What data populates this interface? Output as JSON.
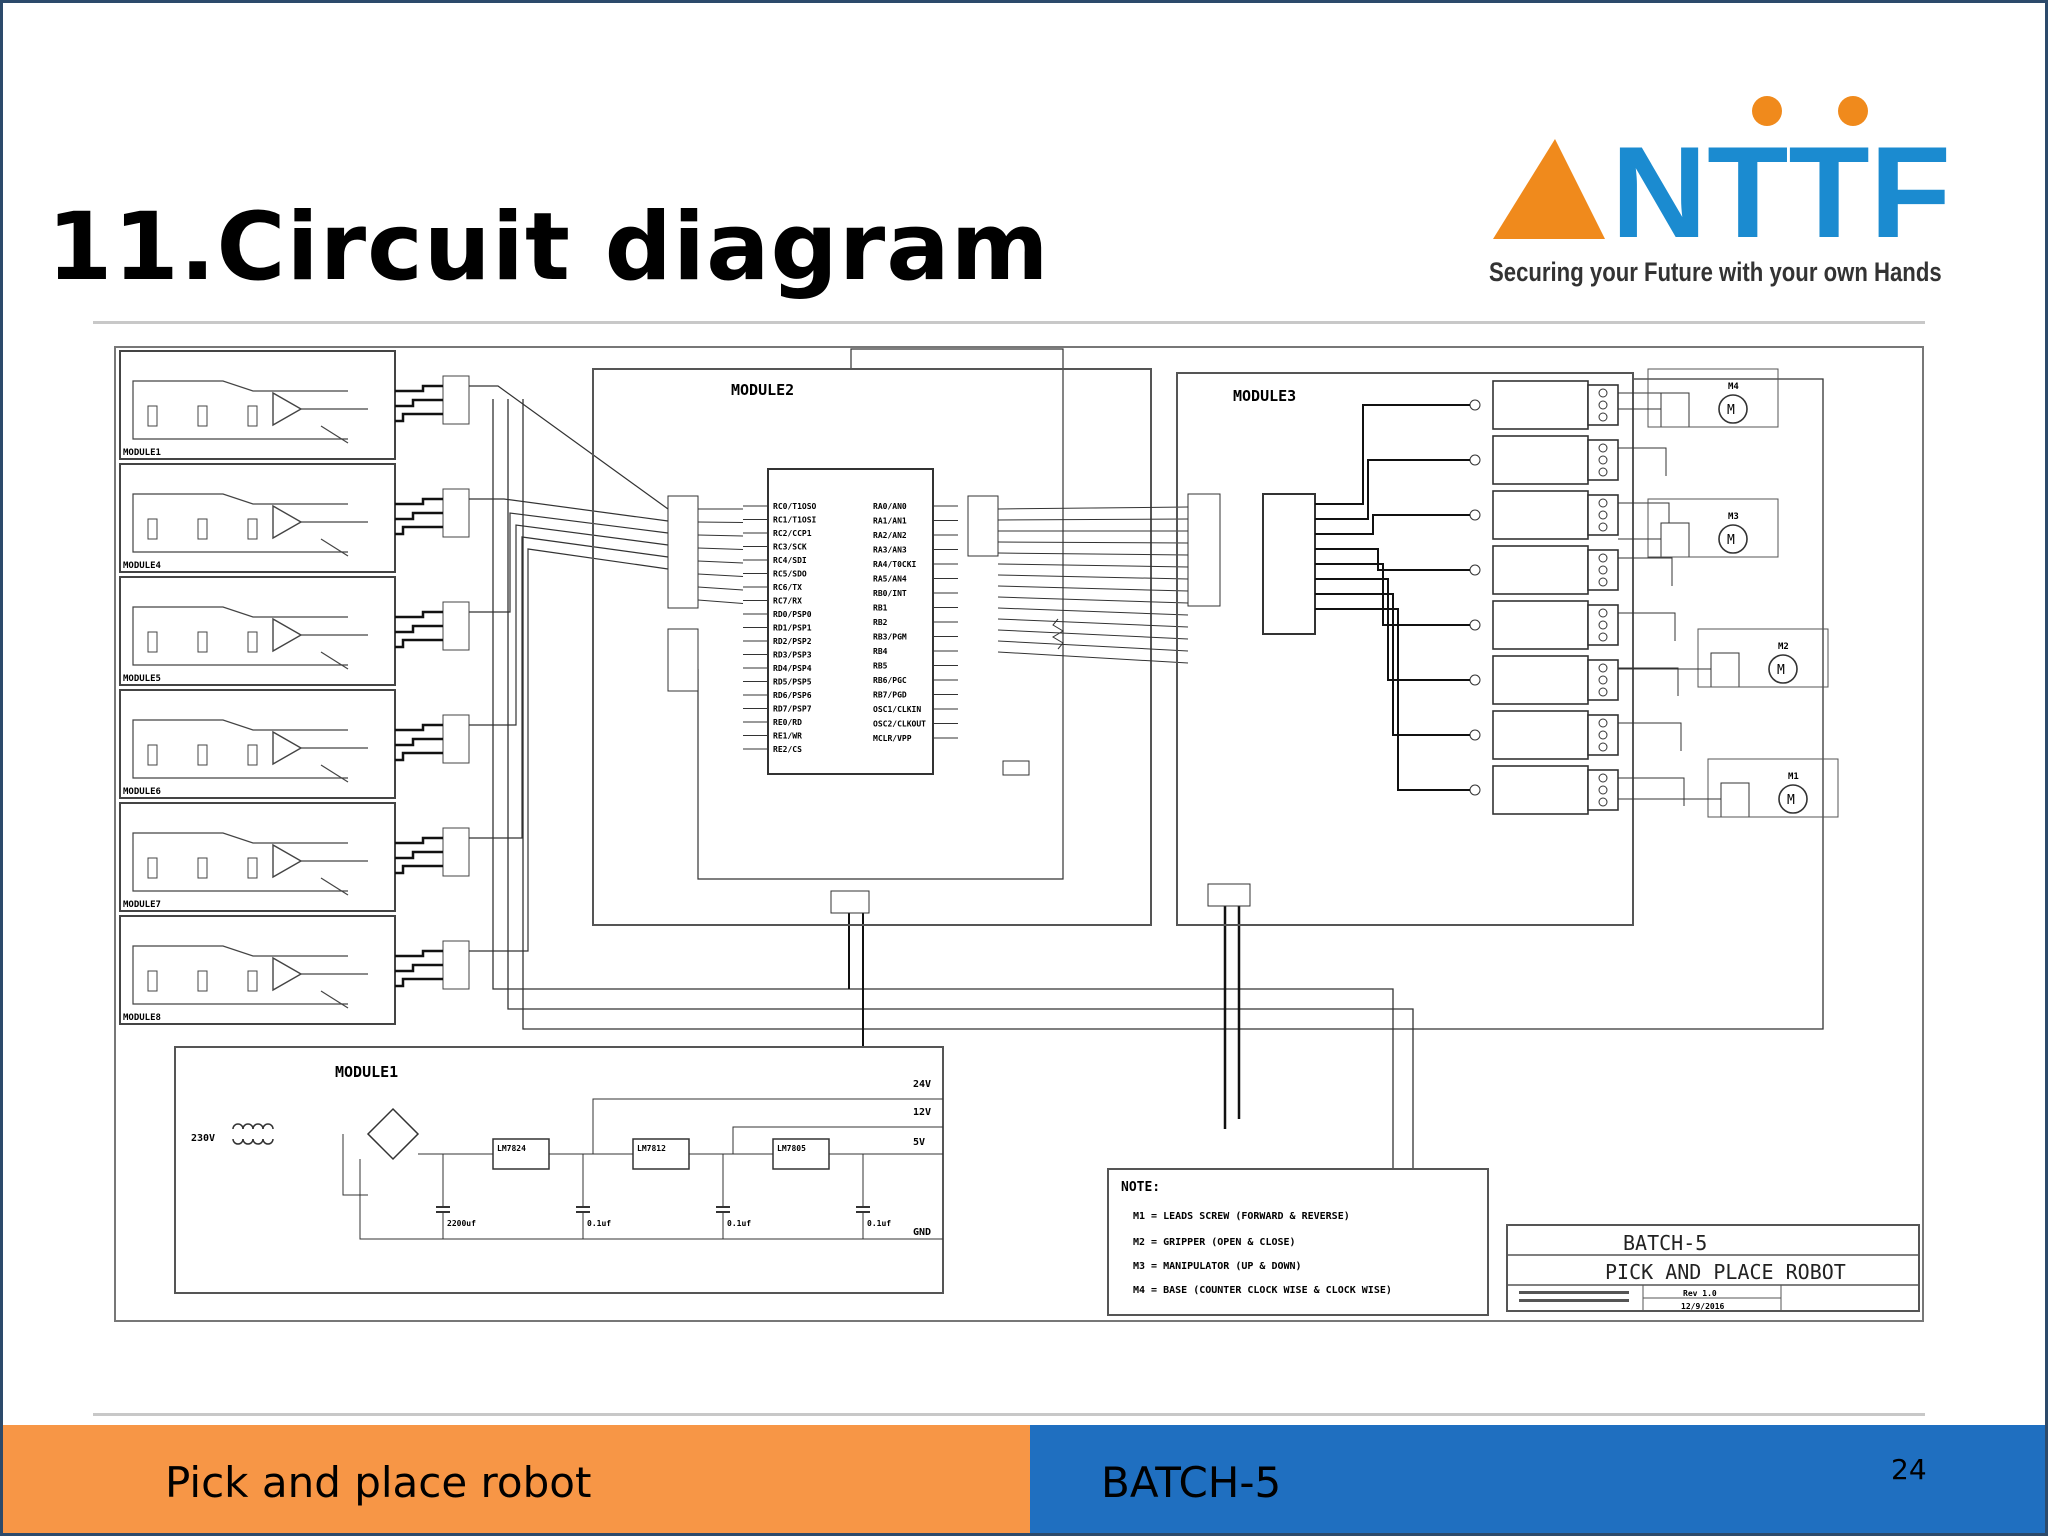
{
  "slide": {
    "title": "11.Circuit diagram",
    "page_number": "24"
  },
  "logo": {
    "brand": "NTTF",
    "tagline": "Securing your Future with your own Hands",
    "colors": {
      "triangle": "#f08a1c",
      "text": "#1b8bd0",
      "dots": "#f08a1c"
    }
  },
  "footer": {
    "left_text": "Pick and place robot",
    "right_text": "BATCH-5",
    "left_color": "#f79646",
    "right_color": "#1f6fc0"
  },
  "diagram": {
    "sensor_modules": [
      "MODULE1",
      "MODULE4",
      "MODULE5",
      "MODULE6",
      "MODULE7",
      "MODULE8"
    ],
    "module2": "MODULE2",
    "module3": "MODULE3",
    "module1": "MODULE1",
    "supply": {
      "input": "230V",
      "rails": [
        "24V",
        "12V",
        "5V",
        "GND"
      ],
      "regulators": [
        "LM7824",
        "LM7812",
        "LM7805"
      ],
      "caps": [
        "2200uf",
        "0.1uf",
        "0.1uf",
        "0.1uf"
      ]
    },
    "mcu_pins_left": [
      "RC0/T1OSO",
      "RC1/T1OSI",
      "RC2/CCP1",
      "RC3/SCK",
      "RC4/SDI",
      "RC5/SDO",
      "RC6/TX",
      "RC7/RX",
      "RD0/PSP0",
      "RD1/PSP1",
      "RD2/PSP2",
      "RD3/PSP3",
      "RD4/PSP4",
      "RD5/PSP5",
      "RD6/PSP6",
      "RD7/PSP7",
      "RE0/RD",
      "RE1/WR",
      "RE2/CS"
    ],
    "mcu_pins_right": [
      "RA0/AN0",
      "RA1/AN1",
      "RA2/AN2",
      "RA3/AN3",
      "RA4/T0CKI",
      "RA5/AN4",
      "RB0/INT",
      "RB1",
      "RB2",
      "RB3/PGM",
      "RB4",
      "RB5",
      "RB6/PGC",
      "RB7/PGD",
      "OSC1/CLKIN",
      "OSC2/CLKOUT",
      "MCLR/VPP"
    ],
    "motors": [
      "M4",
      "M3",
      "M2",
      "M1"
    ],
    "motor_symbol": "M",
    "note": {
      "title": "NOTE:",
      "lines": [
        "M1 = LEADS SCREW (FORWARD & REVERSE)",
        "M2 = GRIPPER (OPEN & CLOSE)",
        "M3 = MANIPULATOR (UP & DOWN)",
        "M4 = BASE (COUNTER CLOCK WISE & CLOCK WISE)"
      ]
    },
    "title_block": {
      "batch": "BATCH-5",
      "project": "PICK AND PLACE ROBOT",
      "rev": "Rev 1.0",
      "date": "12/9/2016"
    }
  }
}
